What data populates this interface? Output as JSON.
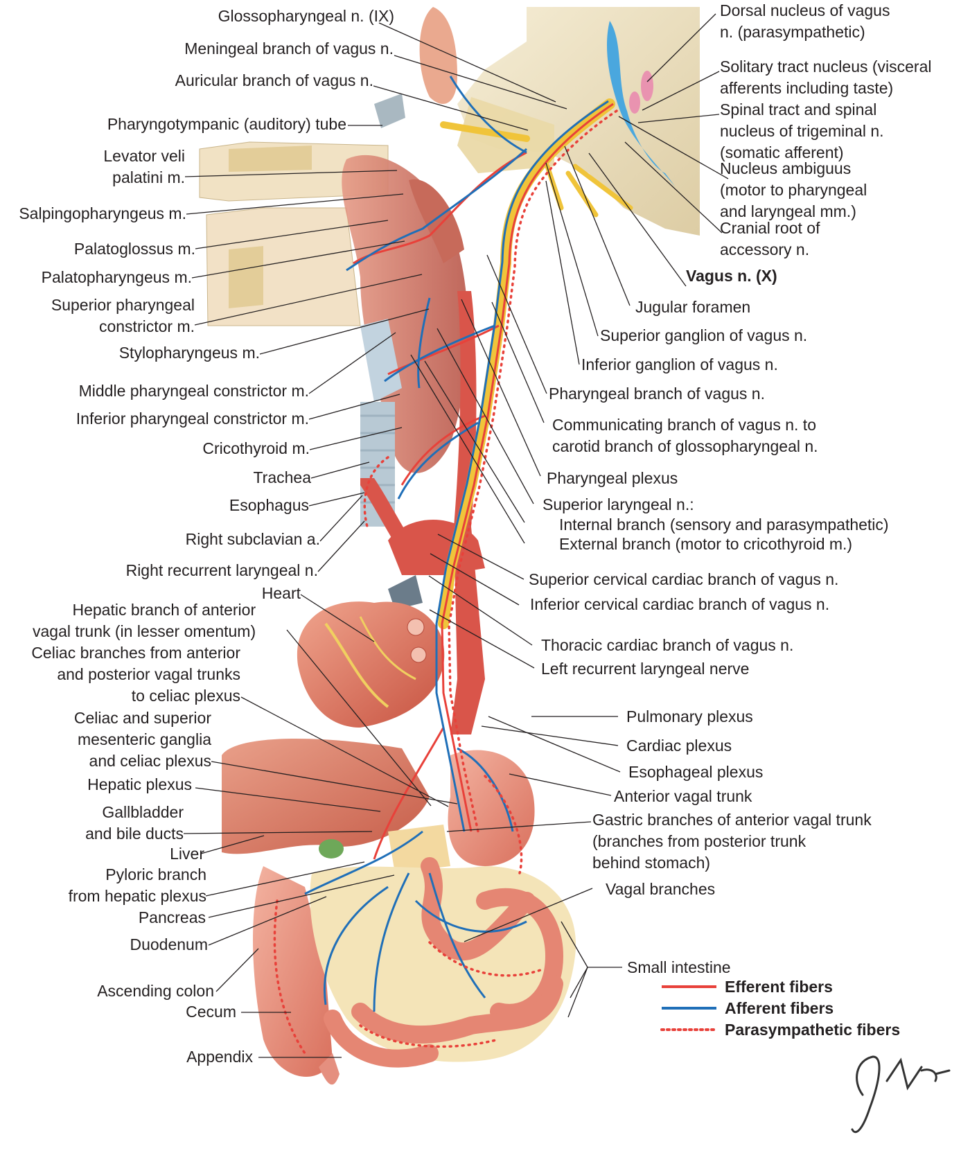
{
  "labels_left": [
    {
      "id": "glossopharyngeal",
      "lines": [
        "Glossopharyngeal n. (IX)"
      ]
    },
    {
      "id": "meningeal-branch",
      "lines": [
        "Meningeal branch of vagus n."
      ]
    },
    {
      "id": "auricular-branch",
      "lines": [
        "Auricular branch of vagus n."
      ]
    },
    {
      "id": "pharyngotympanic-tube",
      "lines": [
        "Pharyngotympanic (auditory) tube"
      ]
    },
    {
      "id": "levator-veli",
      "lines": [
        "Levator veli",
        "palatini m."
      ]
    },
    {
      "id": "salpingopharyngeus",
      "lines": [
        "Salpingopharyngeus m."
      ]
    },
    {
      "id": "palatoglossus",
      "lines": [
        "Palatoglossus m."
      ]
    },
    {
      "id": "palatopharyngeus",
      "lines": [
        "Palatopharyngeus m."
      ]
    },
    {
      "id": "superior-pharyngeal-constrictor",
      "lines": [
        "Superior pharyngeal",
        "constrictor m."
      ]
    },
    {
      "id": "stylopharyngeus",
      "lines": [
        "Stylopharyngeus m."
      ]
    },
    {
      "id": "middle-pharyngeal-constrictor",
      "lines": [
        "Middle pharyngeal constrictor m."
      ]
    },
    {
      "id": "inferior-pharyngeal-constrictor",
      "lines": [
        "Inferior pharyngeal constrictor m."
      ]
    },
    {
      "id": "cricothyroid",
      "lines": [
        "Cricothyroid m."
      ]
    },
    {
      "id": "trachea",
      "lines": [
        "Trachea"
      ]
    },
    {
      "id": "esophagus",
      "lines": [
        "Esophagus"
      ]
    },
    {
      "id": "right-subclavian",
      "lines": [
        "Right subclavian a."
      ]
    },
    {
      "id": "right-recurrent-laryngeal",
      "lines": [
        "Right recurrent laryngeal n."
      ]
    },
    {
      "id": "heart",
      "lines": [
        "Heart"
      ]
    },
    {
      "id": "hepatic-branch",
      "lines": [
        "Hepatic branch of anterior",
        "vagal trunk (in lesser omentum)"
      ]
    },
    {
      "id": "celiac-branches",
      "lines": [
        "Celiac branches from anterior",
        "and posterior vagal trunks",
        "to celiac plexus"
      ]
    },
    {
      "id": "celiac-ganglia",
      "lines": [
        "Celiac and superior",
        "mesenteric ganglia",
        "and celiac plexus"
      ]
    },
    {
      "id": "hepatic-plexus",
      "lines": [
        "Hepatic plexus"
      ]
    },
    {
      "id": "gallbladder",
      "lines": [
        "Gallbladder",
        "and bile ducts"
      ]
    },
    {
      "id": "liver",
      "lines": [
        "Liver"
      ]
    },
    {
      "id": "pyloric-branch",
      "lines": [
        "Pyloric branch",
        "from hepatic plexus"
      ]
    },
    {
      "id": "pancreas",
      "lines": [
        "Pancreas"
      ]
    },
    {
      "id": "duodenum",
      "lines": [
        "Duodenum"
      ]
    },
    {
      "id": "ascending-colon",
      "lines": [
        "Ascending colon"
      ]
    },
    {
      "id": "cecum",
      "lines": [
        "Cecum"
      ]
    },
    {
      "id": "appendix",
      "lines": [
        "Appendix"
      ]
    }
  ],
  "labels_right": [
    {
      "id": "dorsal-nucleus",
      "lines": [
        "Dorsal nucleus of vagus",
        "n. (parasympathetic)"
      ]
    },
    {
      "id": "solitary-tract",
      "lines": [
        "Solitary tract nucleus (visceral",
        "afferents including taste)"
      ]
    },
    {
      "id": "spinal-tract",
      "lines": [
        "Spinal tract and spinal",
        "nucleus of trigeminal n.",
        "(somatic afferent)"
      ]
    },
    {
      "id": "nucleus-ambiguus",
      "lines": [
        "Nucleus ambiguus",
        "(motor to pharyngeal",
        "and laryngeal mm.)"
      ]
    },
    {
      "id": "cranial-root",
      "lines": [
        "Cranial root of",
        "accessory n."
      ]
    },
    {
      "id": "vagus-nerve",
      "lines": [
        "Vagus n. (X)"
      ]
    },
    {
      "id": "jugular-foramen",
      "lines": [
        "Jugular foramen"
      ]
    },
    {
      "id": "superior-ganglion",
      "lines": [
        "Superior ganglion of vagus n."
      ]
    },
    {
      "id": "inferior-ganglion",
      "lines": [
        "Inferior ganglion of vagus n."
      ]
    },
    {
      "id": "pharyngeal-branch",
      "lines": [
        "Pharyngeal branch of vagus n."
      ]
    },
    {
      "id": "communicating-branch",
      "lines": [
        "Communicating branch of vagus n. to",
        "carotid branch of glossopharyngeal n."
      ]
    },
    {
      "id": "pharyngeal-plexus",
      "lines": [
        "Pharyngeal plexus"
      ]
    },
    {
      "id": "superior-laryngeal",
      "lines": [
        "Superior laryngeal n.:"
      ]
    },
    {
      "id": "internal-branch",
      "lines": [
        "Internal branch (sensory and parasympathetic)"
      ]
    },
    {
      "id": "external-branch",
      "lines": [
        "External branch (motor to cricothyroid m.)"
      ]
    },
    {
      "id": "superior-cervical-cardiac",
      "lines": [
        "Superior cervical cardiac branch of vagus n."
      ]
    },
    {
      "id": "inferior-cervical-cardiac",
      "lines": [
        "Inferior cervical cardiac branch of vagus n."
      ]
    },
    {
      "id": "thoracic-cardiac",
      "lines": [
        "Thoracic cardiac branch of vagus n."
      ]
    },
    {
      "id": "left-recurrent-laryngeal",
      "lines": [
        "Left recurrent laryngeal nerve"
      ]
    },
    {
      "id": "pulmonary-plexus",
      "lines": [
        "Pulmonary plexus"
      ]
    },
    {
      "id": "cardiac-plexus",
      "lines": [
        "Cardiac plexus"
      ]
    },
    {
      "id": "esophageal-plexus",
      "lines": [
        "Esophageal plexus"
      ]
    },
    {
      "id": "anterior-vagal-trunk",
      "lines": [
        "Anterior vagal trunk"
      ]
    },
    {
      "id": "gastric-branches",
      "lines": [
        "Gastric branches of anterior vagal trunk",
        "(branches from posterior trunk",
        "behind stomach)"
      ]
    },
    {
      "id": "vagal-branches",
      "lines": [
        "Vagal branches"
      ]
    },
    {
      "id": "small-intestine",
      "lines": [
        "Small intestine"
      ]
    }
  ],
  "legend": [
    {
      "label": "Efferent fibers",
      "color": "#e8413a",
      "style": "solid"
    },
    {
      "label": "Afferent fibers",
      "color": "#1f6fb8",
      "style": "solid"
    },
    {
      "label": "Parasympathetic fibers",
      "color": "#e8413a",
      "style": "dotted"
    }
  ],
  "colors": {
    "efferent": "#e8413a",
    "afferent": "#1f6fb8",
    "nerve_yellow": "#f0c43a",
    "muscle": "#d9735e",
    "organ": "#e58f7f",
    "bone": "#e9d9b0",
    "brainstem_blue": "#4aa7de"
  }
}
